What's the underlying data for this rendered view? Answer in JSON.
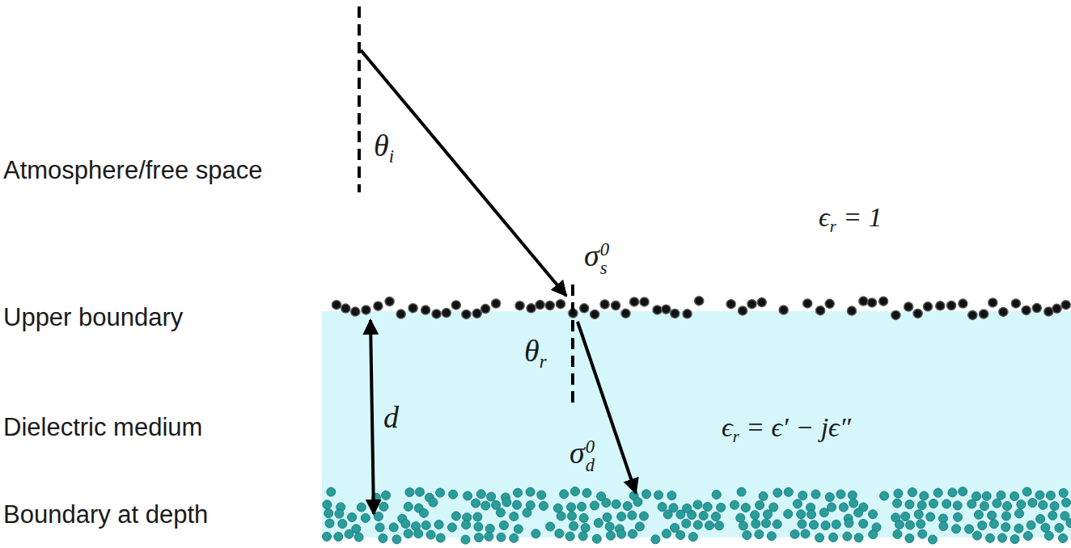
{
  "diagram": {
    "labels": [
      "Atmosphere/free space",
      "θ",
      "i",
      "ϵ",
      "r",
      "= 1",
      "σ",
      "s",
      "0",
      "Upper boundary",
      "θ",
      "r",
      "Dielectric medium",
      "d",
      "ϵ",
      "r",
      "= ϵ′ − jϵ″",
      "σ",
      "d",
      "0",
      "Boundary at depth"
    ]
  }
}
